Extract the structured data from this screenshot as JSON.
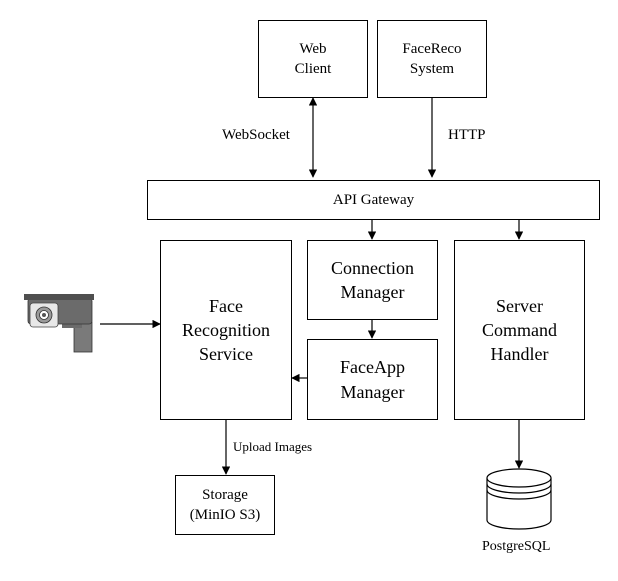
{
  "boxes": {
    "web_client": "Web\nClient",
    "facereco_system": "FaceReco\nSystem",
    "api_gateway": "API Gateway",
    "face_recognition_service": "Face\nRecognition\nService",
    "connection_manager": "Connection\nManager",
    "faceapp_manager": "FaceApp\nManager",
    "server_command_handler": "Server\nCommand\nHandler",
    "storage": "Storage\n(MinIO S3)"
  },
  "edge_labels": {
    "websocket": "WebSocket",
    "http": "HTTP",
    "upload_images": "Upload Images"
  },
  "database_label": "PostgreSQL",
  "icons": {
    "camera": "security-camera-icon",
    "database": "database-cylinder-icon"
  },
  "colors": {
    "line": "#000000",
    "background": "#ffffff",
    "camera_body": "#6b6b6b",
    "camera_lens": "#e8e8e8"
  }
}
